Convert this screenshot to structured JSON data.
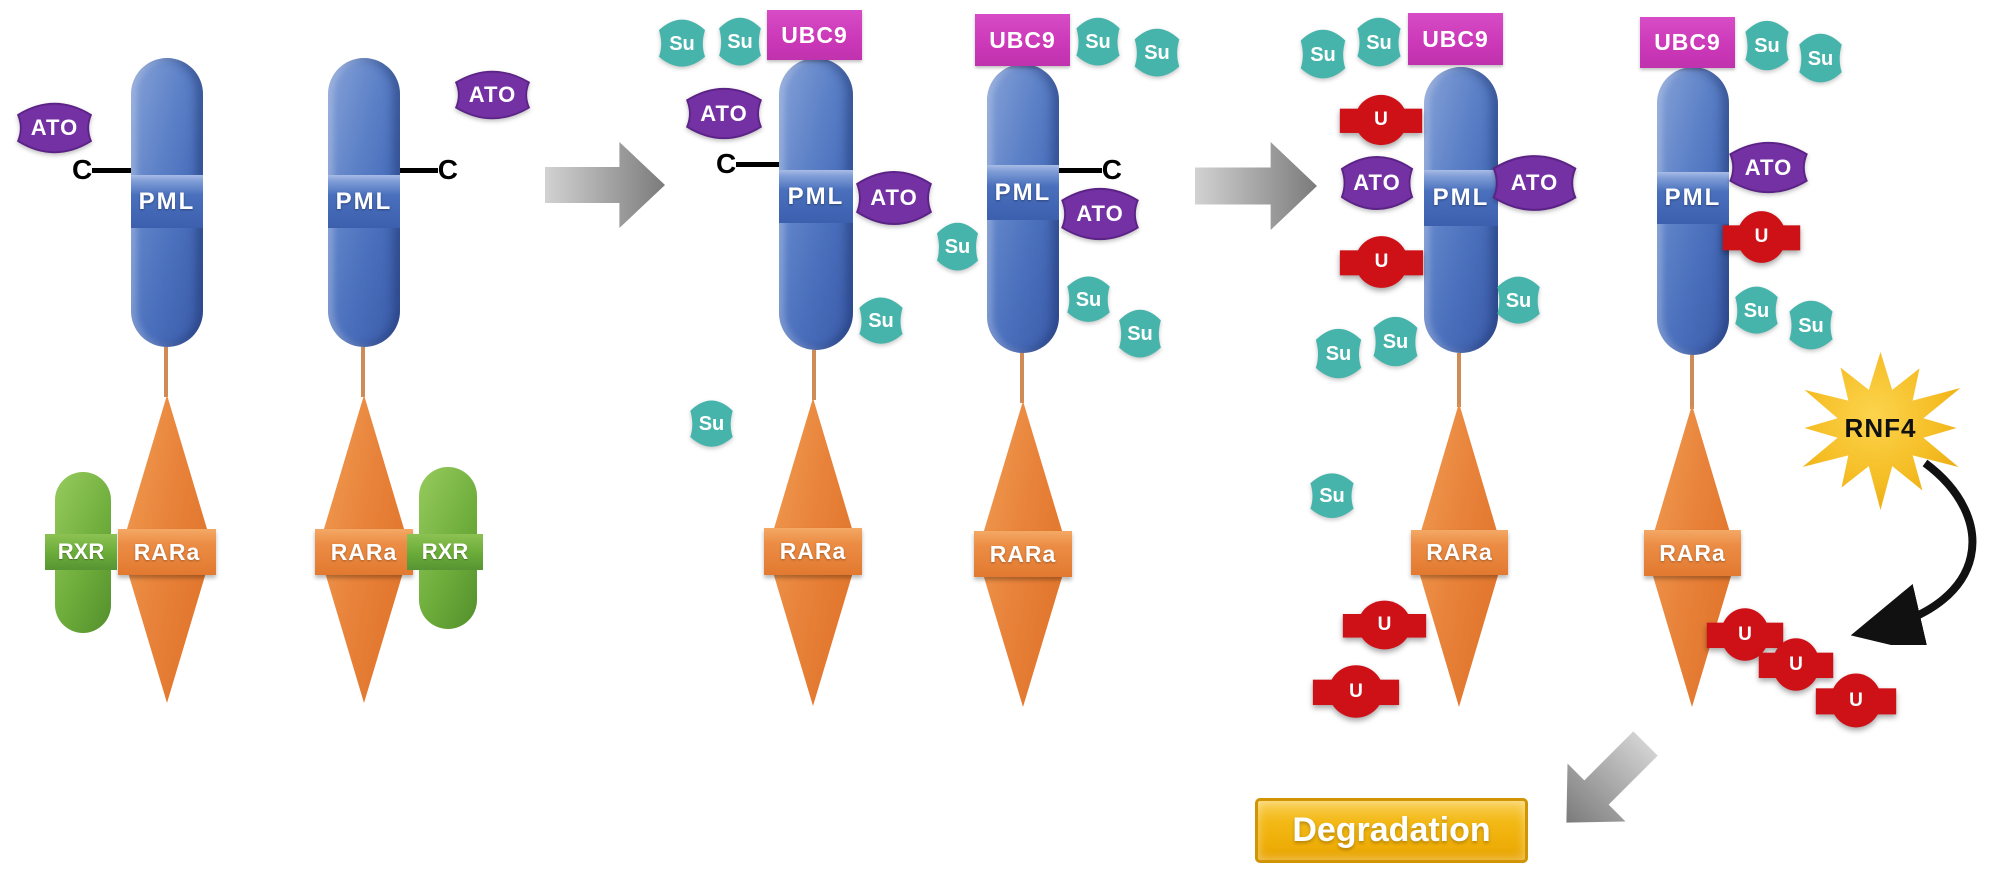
{
  "labels": {
    "pml": "PML",
    "rara": "RARa",
    "rxr": "RXR",
    "ato": "ATO",
    "su": "Su",
    "ubc9": "UBC9",
    "ubiquitin": "U",
    "c_terminus": "C",
    "rnf4": "RNF4",
    "degradation": "Degradation"
  },
  "colors": {
    "pml_blue": "#5d81c7",
    "rara_orange": "#e8823a",
    "rxr_green": "#6fae3c",
    "ato_purple": "#7431a3",
    "sumo_teal": "#47b4ac",
    "ubc9_magenta": "#cb38b8",
    "ubiquitin_red": "#ce1117",
    "rnf4_gold": "#f2b71c",
    "degradation_gold": "#f3b916",
    "arrow_gray": "#a2a2a2",
    "line_black": "#000000",
    "background": "#ffffff"
  },
  "entities": [
    {
      "label": "PML",
      "shape": "blue-capsule",
      "count": 6
    },
    {
      "label": "RARa",
      "shape": "orange-diamond",
      "count": 6
    },
    {
      "label": "RXR",
      "shape": "green-capsule",
      "count": 2
    },
    {
      "label": "ATO",
      "shape": "purple-badge",
      "count": 8
    },
    {
      "label": "Su",
      "shape": "teal-scalloped-badge",
      "count": 19
    },
    {
      "label": "UBC9",
      "shape": "magenta-rectangle",
      "count": 4
    },
    {
      "label": "U",
      "shape": "red-banded-circle",
      "count": 8
    },
    {
      "label": "C",
      "shape": "terminus-marker",
      "count": 4
    },
    {
      "label": "RNF4",
      "shape": "yellow-starburst",
      "count": 1
    },
    {
      "label": "Degradation",
      "shape": "gold-box",
      "count": 1
    }
  ]
}
